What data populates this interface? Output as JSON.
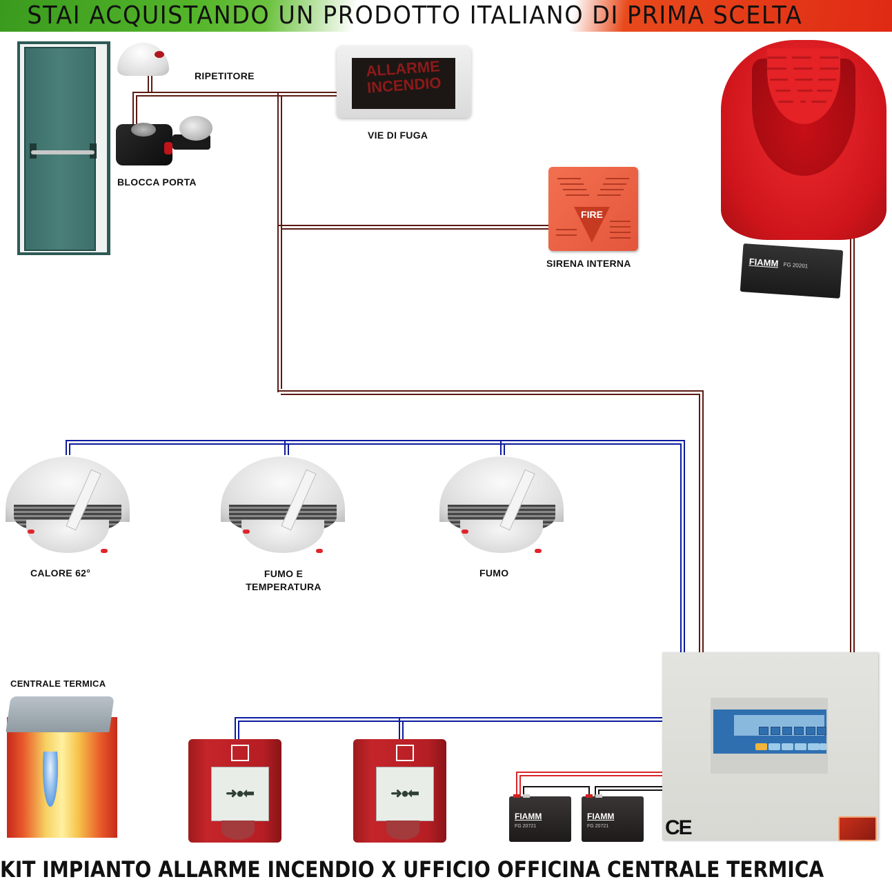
{
  "banner_top": {
    "text": "STAI ACQUISTANDO UN PRODOTTO ITALIANO DI PRIMA SCELTA",
    "colors": {
      "left": "#54b52a",
      "middle": "#ffffff",
      "right": "#e02a14"
    }
  },
  "banner_bottom": {
    "text": "KIT IMPIANTO ALLARME INCENDIO X UFFICIO OFFICINA CENTRALE TERMICA"
  },
  "devices": {
    "door": {
      "icon": "fire-door-icon"
    },
    "ripetitore": {
      "label": "RIPETITORE",
      "icon": "repeater-icon"
    },
    "blocca_porta": {
      "label": "BLOCCA PORTA",
      "icon": "door-holder-icon"
    },
    "vie_di_fuga": {
      "label": "VIE DI FUGA",
      "sign_text": "ALLARME INCENDIO",
      "icon": "alarm-sign-icon"
    },
    "sirena_interna": {
      "label": "SIRENA INTERNA",
      "badge": "FIRE",
      "icon": "indoor-siren-icon"
    },
    "sirena_esterna": {
      "icon": "outdoor-siren-icon"
    },
    "battery_siren": {
      "brand": "FIAMM",
      "model": "FG 20201",
      "icon": "battery-icon"
    },
    "detectors": [
      {
        "label": "CALORE 62°",
        "icon": "heat-detector-icon"
      },
      {
        "label": "FUMO E TEMPERATURA",
        "label_line1": "FUMO E",
        "label_line2": "TEMPERATURA",
        "icon": "smoke-heat-detector-icon"
      },
      {
        "label": "FUMO",
        "icon": "smoke-detector-icon"
      }
    ],
    "centrale_termica": {
      "label": "CENTRALE TERMICA",
      "icon": "boiler-icon"
    },
    "call_points": [
      {
        "icon": "manual-call-point-icon",
        "symbol": "➜●⬅"
      },
      {
        "icon": "manual-call-point-icon",
        "symbol": "➜●⬅"
      }
    ],
    "batteries_panel": [
      {
        "brand": "FIAMM",
        "model": "FG 20721",
        "icon": "battery-icon"
      },
      {
        "brand": "FIAMM",
        "model": "FG 20721",
        "icon": "battery-icon"
      }
    ],
    "control_panel": {
      "mark": "CE",
      "icon": "fire-control-panel-icon"
    }
  },
  "wire_colors": {
    "alarm_line": "#5a1a12",
    "detector_line": "#0b1a9c",
    "power_positive": "#d8262a",
    "power_negative": "#111111"
  }
}
